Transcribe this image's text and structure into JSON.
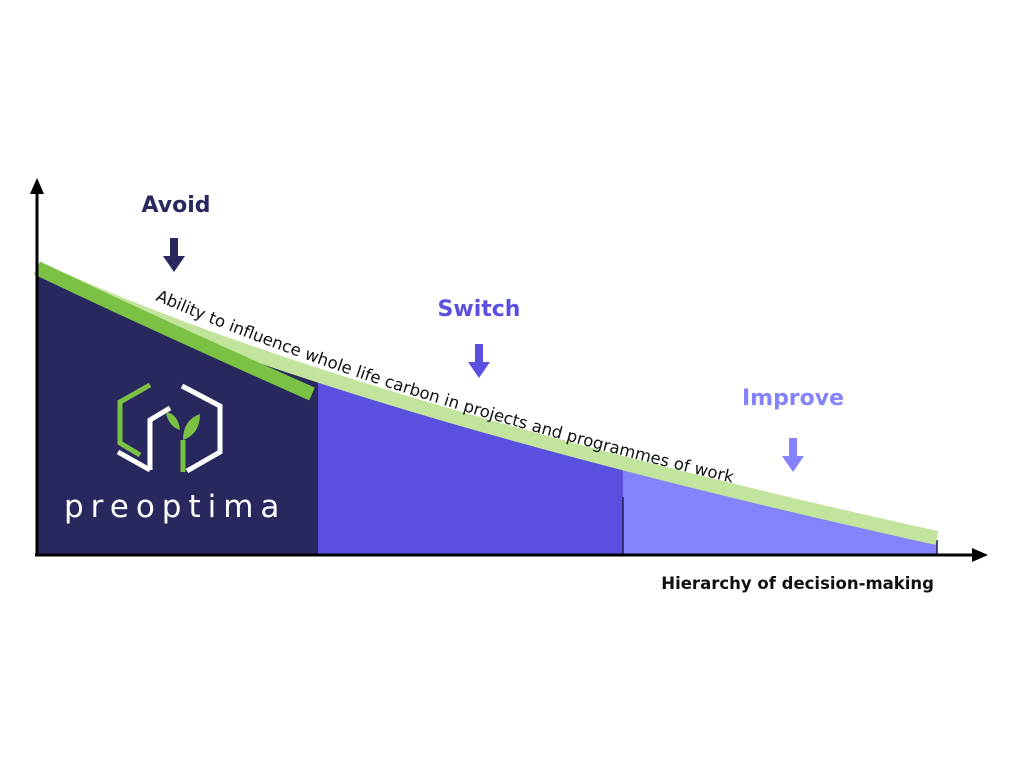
{
  "stages": [
    {
      "label": "Avoid",
      "color": "#28285e"
    },
    {
      "label": "Switch",
      "color": "#5b4fdf"
    },
    {
      "label": "Improve",
      "color": "#8583fb"
    }
  ],
  "curve_label": "Ability to influence whole life carbon in projects and programmes of work",
  "x_axis_label": "Hierarchy of decision-making",
  "logo": {
    "text": "preoptima",
    "accent": "#7bc144"
  },
  "colors": {
    "curve_dark": "#7bc144",
    "curve_light": "#c2e49d",
    "axis": "#000000"
  }
}
